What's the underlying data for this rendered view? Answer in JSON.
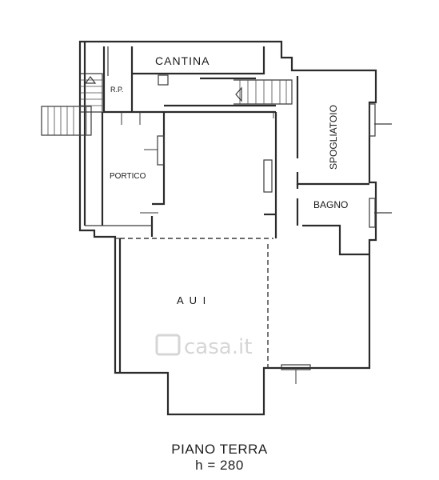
{
  "rooms": {
    "cantina": "CANTINA",
    "rp": "R.P.",
    "portico": "PORTICO",
    "spogliatoio": "SPOGLIATOIO",
    "bagno": "BAGNO",
    "aui": "A U I"
  },
  "watermark": "casa.it",
  "caption": {
    "title": "PIANO TERRA",
    "height": "h = 280"
  },
  "colors": {
    "line": "#2b2b2b",
    "watermark": "#d6d6d6"
  }
}
